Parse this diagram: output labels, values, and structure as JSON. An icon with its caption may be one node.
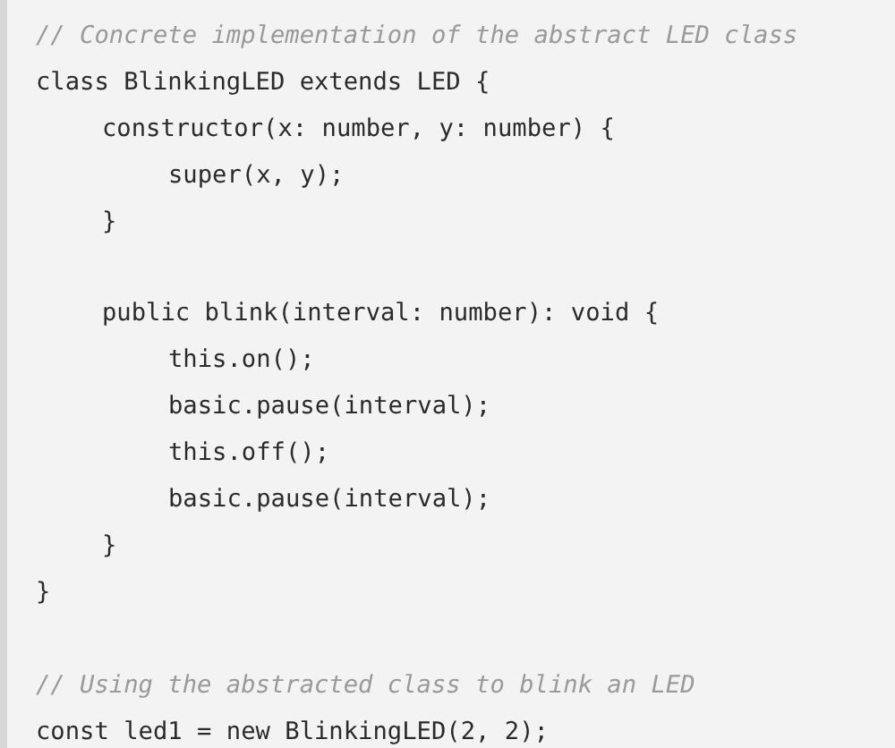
{
  "diagram": {
    "labels": [
      "// Concrete implementation of the abstract LED class",
      "class BlinkingLED extends LED {",
      "constructor(x: number, y: number) {",
      "super(x, y);",
      "}",
      "public blink(interval: number): void {",
      "this.on();",
      "basic.pause(interval);",
      "this.off();",
      "basic.pause(interval);",
      "}",
      "}",
      "// Using the abstracted class to blink an LED",
      "const led1 = new BlinkingLED(2, 2);"
    ]
  }
}
